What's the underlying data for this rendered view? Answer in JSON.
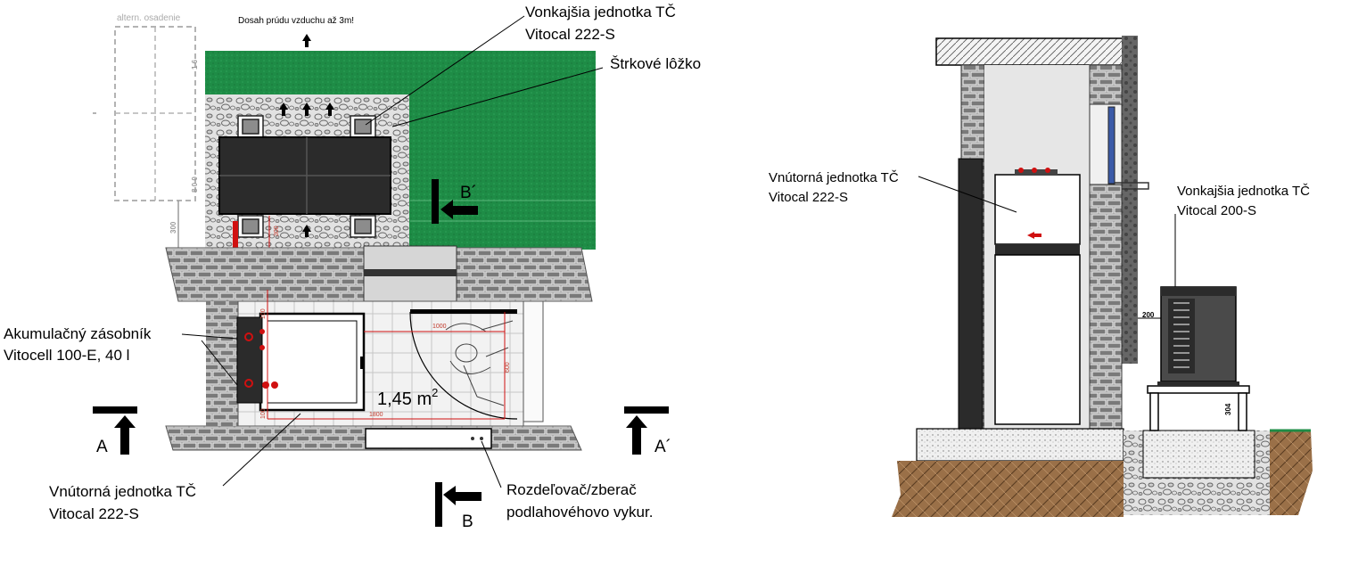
{
  "plan": {
    "outdoor_unit_label": "Vonkajšia jednotka TČ",
    "outdoor_unit_model": "Vitocal 222-S",
    "gravel_bed_label": "Štrkové lôžko",
    "airflow_note": "Dosah prúdu vzduchu až 3m!",
    "alt_placement": "altern. osadenie",
    "buffer_tank_label": "Akumulačný zásobník",
    "buffer_tank_model": "Vitocell 100-E, 40 l",
    "indoor_unit_label": "Vnútorná jednotka TČ",
    "indoor_unit_model": "Vitocal 222-S",
    "manifold_label": "Rozdeľovač/zberač",
    "manifold_label2": "podlahovéhovo vykur.",
    "area": "1,45 m",
    "area_sup": "2",
    "section_a": "A",
    "section_a2": "A´",
    "section_b": "B",
    "section_b2": "B´",
    "dims": {
      "d300": "300",
      "d1000": "1000",
      "d1800": "1800",
      "d600": "600",
      "d100a": "100",
      "d100b": "100",
      "d300b": "300"
    }
  },
  "section": {
    "indoor_unit_label": "Vnútorná jednotka TČ",
    "indoor_unit_model": "Vitocal 222-S",
    "outdoor_unit_label": "Vonkajšia jednotka TČ",
    "outdoor_unit_model": "Vitocal 200-S",
    "dim_200": "200",
    "dim_304": "304"
  },
  "colors": {
    "grass": "#1e8c46",
    "brick": "#8a8a8a",
    "unit_dark": "#2b2b2b",
    "accent_red": "#d01010",
    "soil": "#9a7048"
  }
}
